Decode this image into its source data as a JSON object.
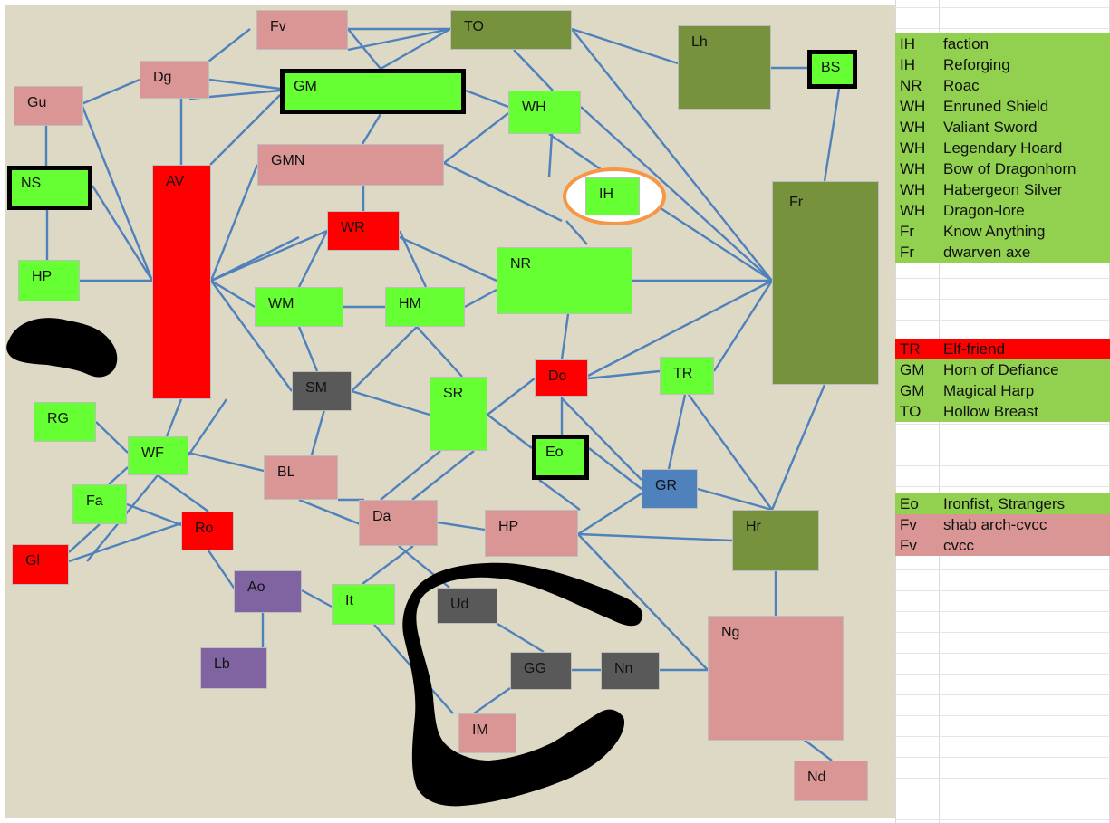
{
  "colors": {
    "background": "#ddd9c4",
    "edge": "#4f81bd",
    "bright_green": "#66ff33",
    "olive": "#76923c",
    "pink": "#d99694",
    "red": "#ff0000",
    "dark_gray": "#595959",
    "purple": "#8064a2",
    "steel_blue": "#4f81bd",
    "sheet_green": "#92d050",
    "sheet_red": "#ff0000",
    "sheet_pink": "#d99694",
    "ellipse_orange": "#f79646"
  },
  "nodes": {
    "fv": "Fv",
    "to": "TO",
    "lh": "Lh",
    "bs": "BS",
    "dg": "Dg",
    "gm": "GM",
    "gu": "Gu",
    "wh": "WH",
    "gmn": "GMN",
    "ih": "IH",
    "fr": "Fr",
    "ns": "NS",
    "av": "AV",
    "wr": "WR",
    "nr": "NR",
    "hp1": "HP",
    "wm": "WM",
    "hm": "HM",
    "sm": "SM",
    "sr": "SR",
    "do": "Do",
    "tr": "TR",
    "rg": "RG",
    "wf": "WF",
    "eo": "Eo",
    "bl": "BL",
    "gr": "GR",
    "fa": "Fa",
    "da": "Da",
    "hp2": "HP",
    "hr": "Hr",
    "gl": "Gl",
    "ro": "Ro",
    "ao": "Ao",
    "it": "It",
    "ud": "Ud",
    "ng": "Ng",
    "lb": "Lb",
    "gg": "GG",
    "nn": "Nn",
    "im": "IM",
    "nd": "Nd"
  },
  "sheet": {
    "rows": [
      {
        "k": "IH",
        "v": "faction",
        "color": "green"
      },
      {
        "k": "IH",
        "v": "Reforging",
        "color": "green"
      },
      {
        "k": "NR",
        "v": "Roac",
        "color": "green"
      },
      {
        "k": "WH",
        "v": "Enruned Shield",
        "color": "green"
      },
      {
        "k": "WH",
        "v": "Valiant Sword",
        "color": "green"
      },
      {
        "k": "WH",
        "v": "Legendary Hoard",
        "color": "green"
      },
      {
        "k": "WH",
        "v": "Bow of Dragonhorn",
        "color": "green"
      },
      {
        "k": "WH",
        "v": "Habergeon Silver",
        "color": "green"
      },
      {
        "k": "WH",
        "v": "Dragon-lore",
        "color": "green"
      },
      {
        "k": "Fr",
        "v": "Know Anything",
        "color": "green"
      },
      {
        "k": "Fr",
        "v": "dwarven axe",
        "color": "green"
      },
      {
        "k": "TR",
        "v": "Elf-friend",
        "color": "red"
      },
      {
        "k": "GM",
        "v": "Horn of Defiance",
        "color": "green"
      },
      {
        "k": "GM",
        "v": "Magical Harp",
        "color": "green"
      },
      {
        "k": "TO",
        "v": "Hollow Breast",
        "color": "green"
      },
      {
        "k": "Eo",
        "v": "Ironfist, Strangers",
        "color": "green"
      },
      {
        "k": "Fv",
        "v": "shab arch-cvcc",
        "color": "pink"
      },
      {
        "k": "Fv",
        "v": "cvcc",
        "color": "pink"
      }
    ]
  }
}
